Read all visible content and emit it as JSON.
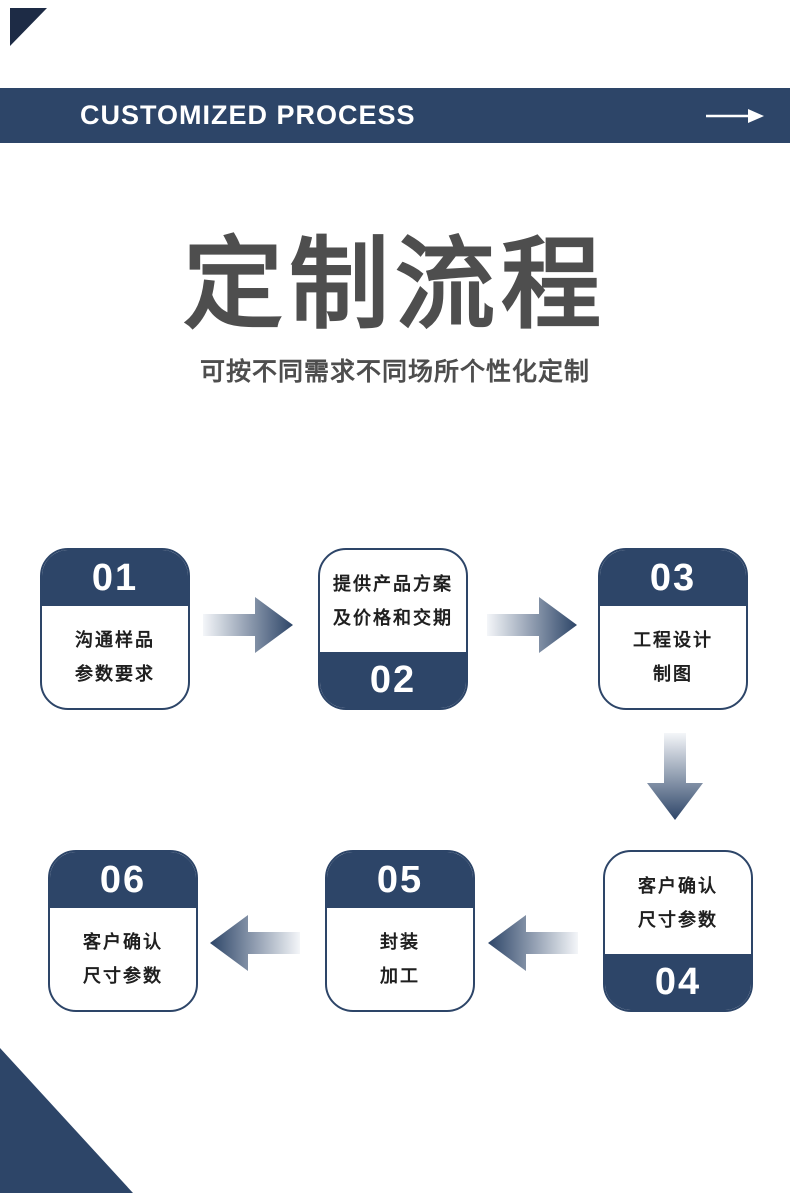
{
  "header": {
    "title": "CUSTOMIZED PROCESS",
    "arrow_icon": "right-arrow"
  },
  "hero": {
    "title": "定制流程",
    "subtitle": "可按不同需求不同场所个性化定制"
  },
  "colors": {
    "navy": "#2d4568",
    "title_gray": "#4e4e4e",
    "body_text": "#1f1f1f",
    "arrow_gradient_light": "#f4f6f9",
    "background": "#ffffff"
  },
  "steps": [
    {
      "num": "01",
      "lines": [
        "沟通样品",
        "参数要求"
      ],
      "number_position": "top"
    },
    {
      "num": "02",
      "lines": [
        "提供产品方案",
        "及价格和交期"
      ],
      "number_position": "bottom"
    },
    {
      "num": "03",
      "lines": [
        "工程设计",
        "制图"
      ],
      "number_position": "top"
    },
    {
      "num": "04",
      "lines": [
        "客户确认",
        "尺寸参数"
      ],
      "number_position": "bottom"
    },
    {
      "num": "05",
      "lines": [
        "封装",
        "加工"
      ],
      "number_position": "top"
    },
    {
      "num": "06",
      "lines": [
        "客户确认",
        "尺寸参数"
      ],
      "number_position": "top"
    }
  ],
  "flow": {
    "row1_left_to_right": [
      "01",
      "02",
      "03"
    ],
    "row2_right_to_left": [
      "04",
      "05",
      "06"
    ]
  }
}
